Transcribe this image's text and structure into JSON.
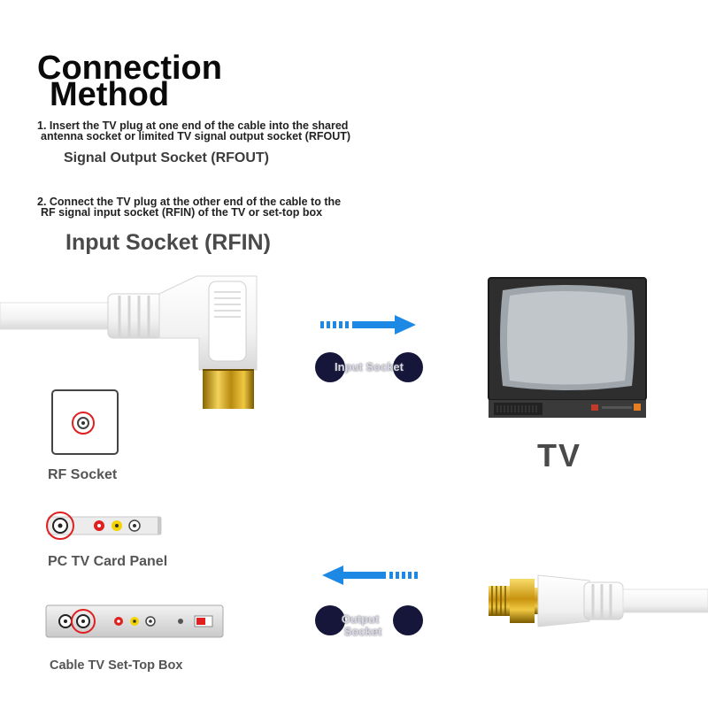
{
  "title": {
    "line1": "Connection",
    "line2": "Method"
  },
  "steps": [
    {
      "line1": "1. Insert the TV plug at one end of the cable into the shared",
      "line2": "antenna socket or limited TV signal output socket (RFOUT)"
    },
    {
      "line1": "2. Connect the TV plug at the other end of the cable to the",
      "line2": "RF signal input socket (RFIN) of the TV or set-top box"
    }
  ],
  "headings": {
    "signal_output": "Signal Output Socket (RFOUT)",
    "input_socket": "Input Socket (RFIN)"
  },
  "pills": {
    "input": "Input Socket",
    "output_line1": "Output",
    "output_line2": "Socket"
  },
  "devices": {
    "rf_socket": "RF Socket",
    "pc_panel": "PC TV Card Panel",
    "set_top_box": "Cable TV Set-Top Box",
    "tv": "TV"
  },
  "colors": {
    "arrow_blue": "#1e88e5",
    "socket_red": "#e02020",
    "pill_dark": "#16163a",
    "gold": "#d4a017"
  },
  "icons": [
    "right-angle-tv-plug",
    "straight-f-connector",
    "crt-television",
    "arrow-right-icon",
    "arrow-left-icon"
  ]
}
